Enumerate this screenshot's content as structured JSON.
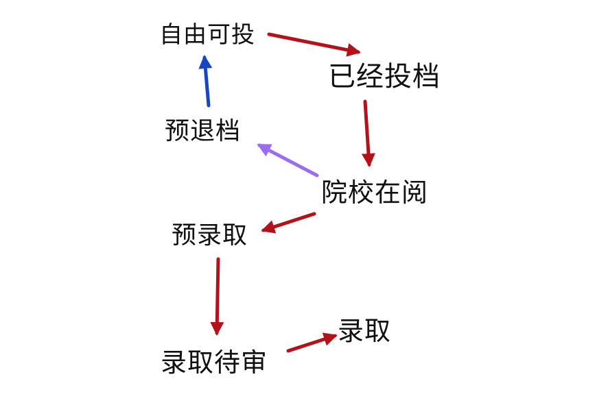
{
  "colors": {
    "flow_arrow": "#b3121b",
    "return_arrow": "#1746c4",
    "withdraw_arrow": "#9b6cf0",
    "text": "#111111"
  },
  "nodes": {
    "free_to_file": "自由可投",
    "filed": "已经投档",
    "pre_withdraw": "预退档",
    "school_reviewing": "院校在阅",
    "pre_admit": "预录取",
    "admission_pending": "录取待审",
    "admitted": "录取"
  }
}
